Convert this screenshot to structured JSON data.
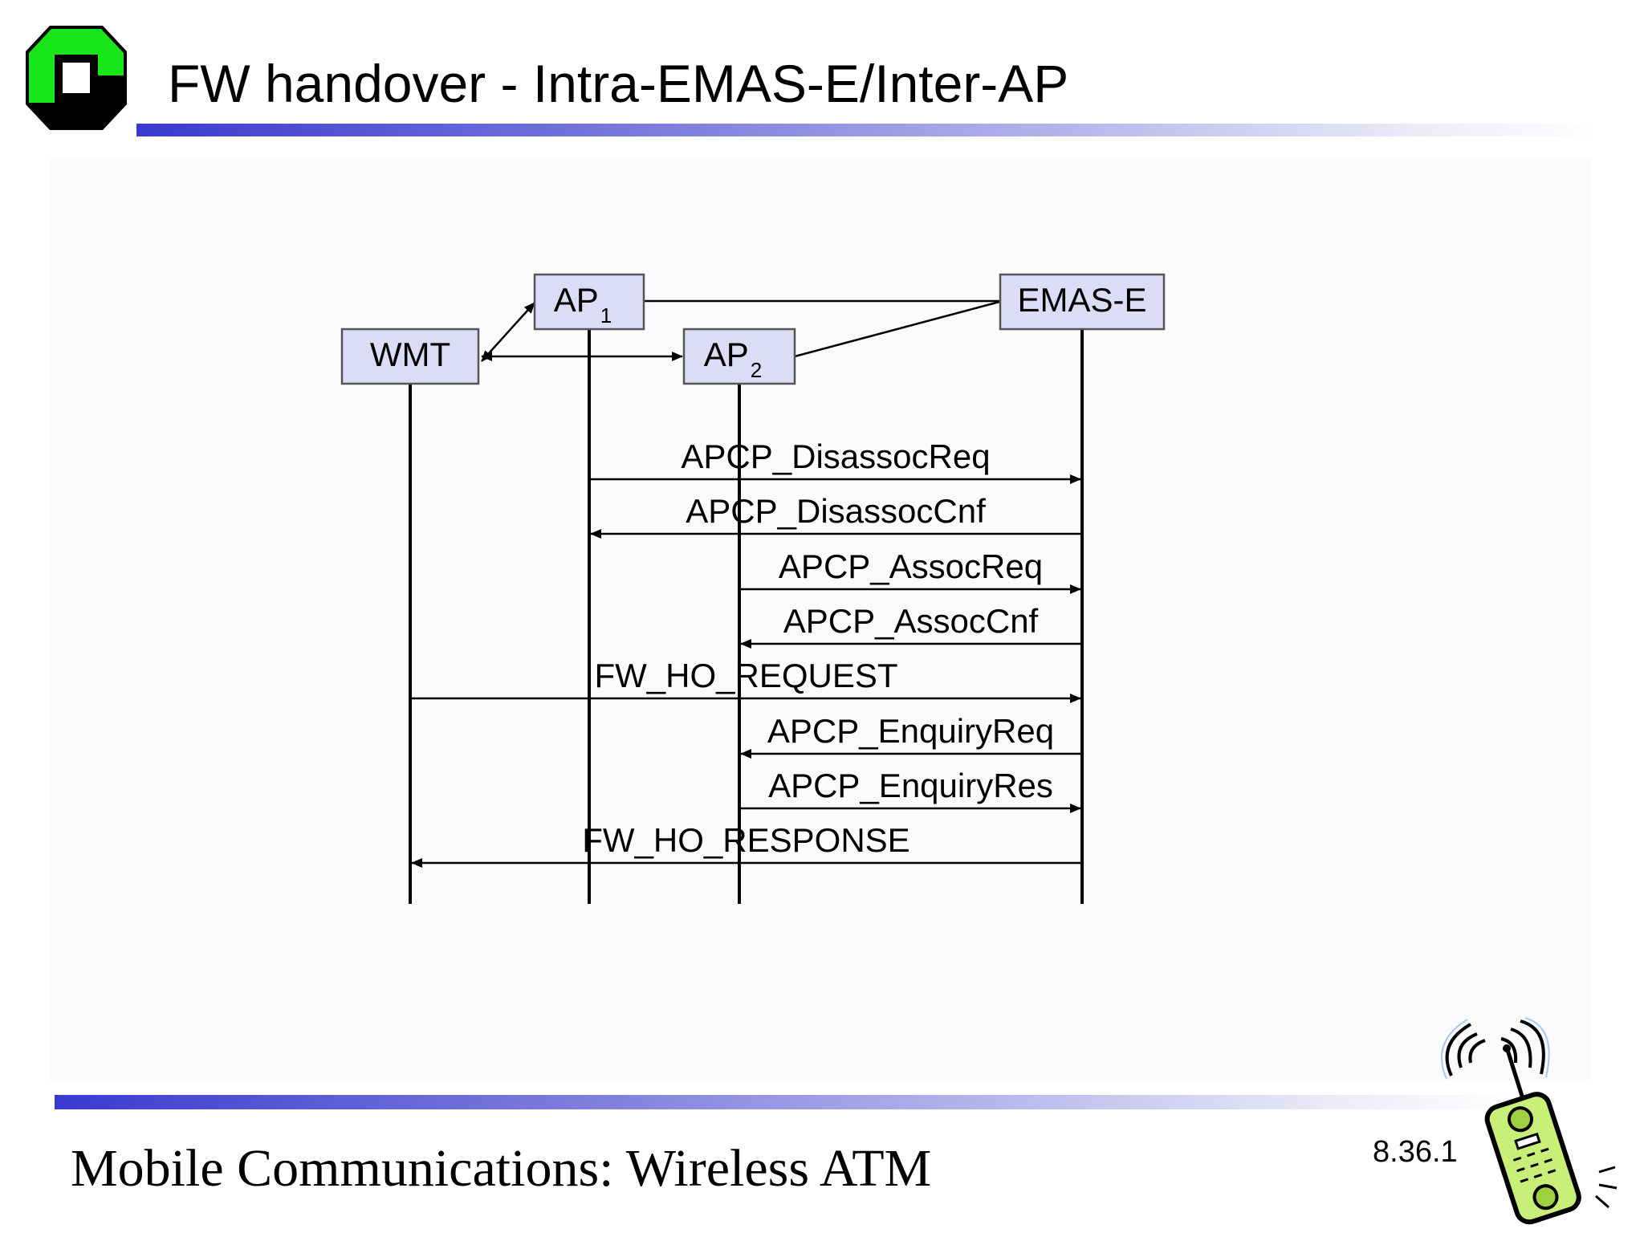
{
  "slide": {
    "title": "FW handover - Intra-EMAS-E/Inter-AP",
    "footer": "Mobile Communications: Wireless ATM",
    "slide_number": "8.36.1"
  },
  "colors": {
    "entity_box_fill": "#dcdcf7",
    "entity_box_border": "#555555",
    "logo_green": "#19e619",
    "logo_black": "#000000",
    "bar_start": "#3a3ad0",
    "phone_body": "#c8f078"
  },
  "icons": {
    "logo": "university-logo-icon",
    "phone": "cellphone-clipart-icon"
  },
  "entities": [
    {
      "id": "wmt",
      "label": "WMT",
      "sub": ""
    },
    {
      "id": "ap1",
      "label": "AP",
      "sub": "1"
    },
    {
      "id": "ap2",
      "label": "AP",
      "sub": "2"
    },
    {
      "id": "emas",
      "label": "EMAS-E",
      "sub": ""
    }
  ],
  "messages": [
    {
      "label": "APCP_DisassocReq",
      "from": "ap1",
      "to": "emas"
    },
    {
      "label": "APCP_DisassocCnf",
      "from": "emas",
      "to": "ap1"
    },
    {
      "label": "APCP_AssocReq",
      "from": "ap2",
      "to": "emas"
    },
    {
      "label": "APCP_AssocCnf",
      "from": "emas",
      "to": "ap2"
    },
    {
      "label": "FW_HO_REQUEST",
      "from": "wmt",
      "to": "emas"
    },
    {
      "label": "APCP_EnquiryReq",
      "from": "emas",
      "to": "ap2"
    },
    {
      "label": "APCP_EnquiryRes",
      "from": "ap2",
      "to": "emas"
    },
    {
      "label": "FW_HO_RESPONSE",
      "from": "emas",
      "to": "wmt"
    }
  ]
}
